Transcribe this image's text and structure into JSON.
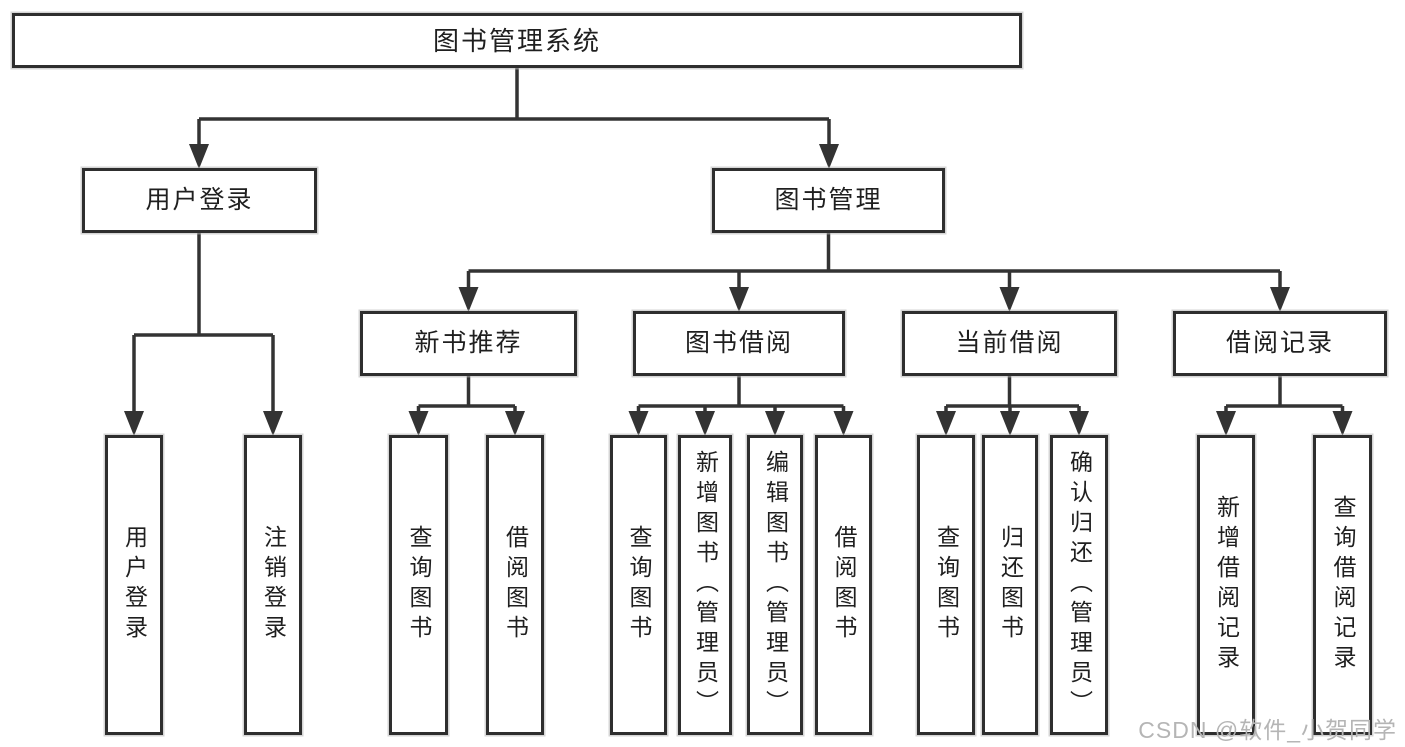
{
  "tree": {
    "root": {
      "label": "图书管理系统"
    },
    "level2": [
      {
        "label": "用户登录",
        "leaves": [
          {
            "label": "用户登录"
          },
          {
            "label": "注销登录"
          }
        ]
      },
      {
        "label": "图书管理",
        "level3": [
          {
            "label": "新书推荐",
            "leaves": [
              {
                "label": "查询图书"
              },
              {
                "label": "借阅图书"
              }
            ]
          },
          {
            "label": "图书借阅",
            "leaves": [
              {
                "label": "查询图书"
              },
              {
                "label": "新增图书（管理员）"
              },
              {
                "label": "编辑图书（管理员）"
              },
              {
                "label": "借阅图书"
              }
            ]
          },
          {
            "label": "当前借阅",
            "leaves": [
              {
                "label": "查询图书"
              },
              {
                "label": "归还图书"
              },
              {
                "label": "确认归还（管理员）"
              }
            ]
          },
          {
            "label": "借阅记录",
            "leaves": [
              {
                "label": "新增借阅记录"
              },
              {
                "label": "查询借阅记录"
              }
            ]
          }
        ]
      }
    ]
  },
  "watermark": {
    "text": "CSDN @软件_小贺同学"
  },
  "colors": {
    "line": "#333333",
    "box_border": "#2e2e2e",
    "box_fill": "#ffffff",
    "text": "#1f1f1f",
    "watermark": "#b5b5b5",
    "background": "#ffffff"
  }
}
